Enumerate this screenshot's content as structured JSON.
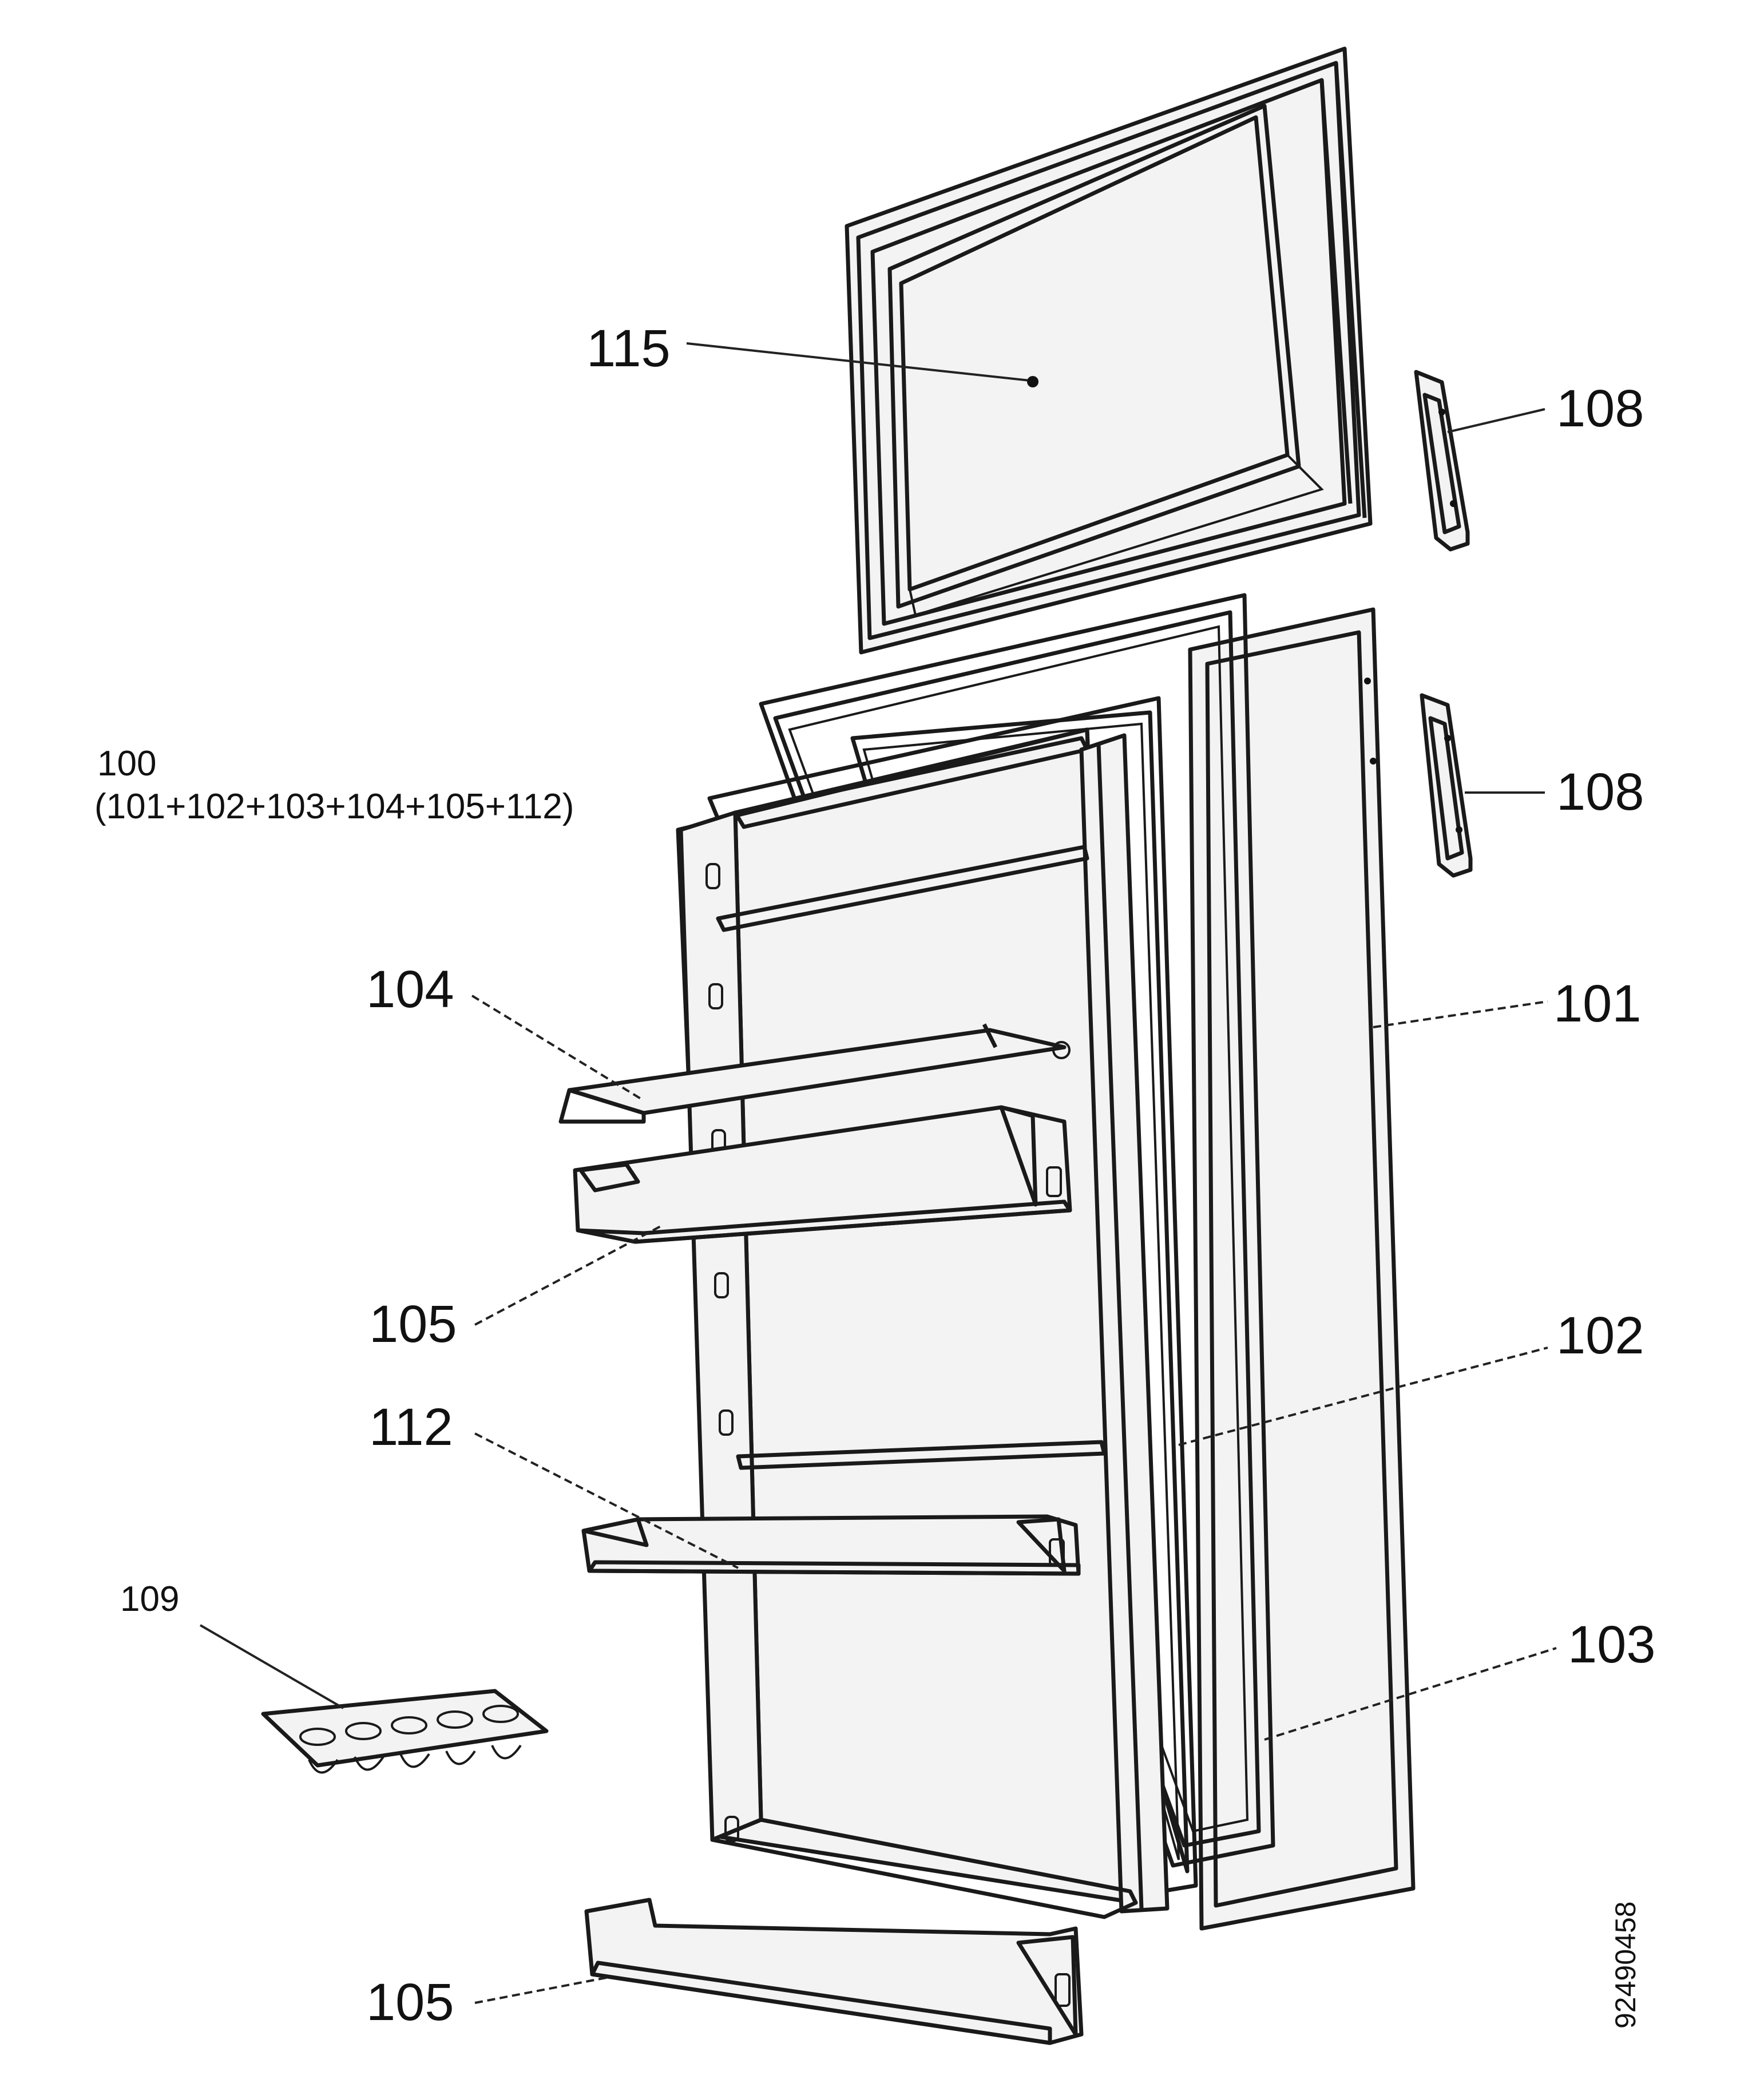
{
  "callouts": {
    "c115": "115",
    "c108a": "108",
    "c108b": "108",
    "c100": "100",
    "c100_parts": "(101+102+103+104+105+112)",
    "c104": "104",
    "c101": "101",
    "c105a": "105",
    "c102": "102",
    "c112": "112",
    "c109": "109",
    "c103": "103",
    "c105b": "105"
  },
  "drawing_number": "92490458"
}
